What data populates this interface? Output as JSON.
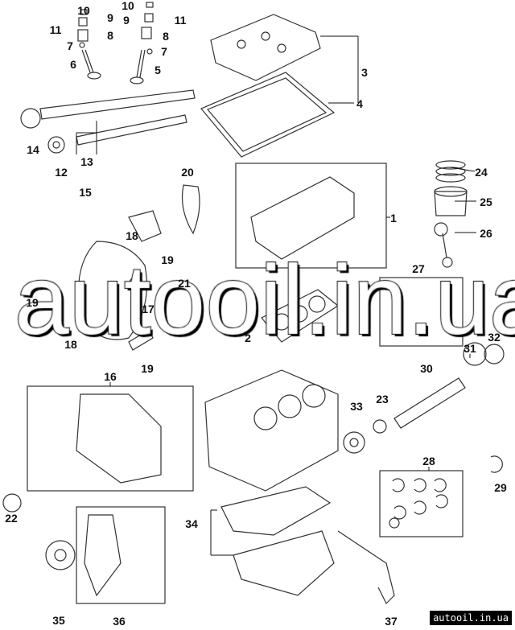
{
  "callouts": [
    "10",
    "9",
    "11",
    "8",
    "7",
    "6",
    "10",
    "9",
    "11",
    "8",
    "7",
    "5",
    "3",
    "4",
    "14",
    "12",
    "13",
    "20",
    "24",
    "15",
    "25",
    "1",
    "26",
    "18",
    "19",
    "27",
    "21",
    "19",
    "17",
    "18",
    "2",
    "32",
    "31",
    "19",
    "30",
    "16",
    "23",
    "33",
    "28",
    "29",
    "22",
    "34",
    "35",
    "36",
    "37"
  ],
  "watermark": "autooil.in.ua",
  "badge": "autooil.in.ua"
}
